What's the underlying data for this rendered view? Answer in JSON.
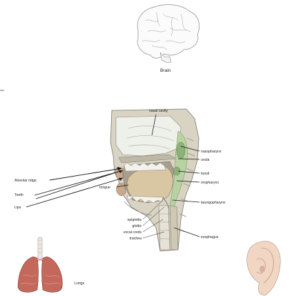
{
  "labels": {
    "brain": "Brain",
    "lungs": "Lungs",
    "nasal_cavity": "nasal cavity",
    "nasopharynx": "nasopharynx",
    "uvula": "uvula",
    "tonsil": "tonsil",
    "oropharynx": "oropharynx",
    "laryngopharynx": "laryngopharynx",
    "esophagus": "esophagus",
    "tongue": "tongue",
    "epiglottis": "epiglottis",
    "glottis": "glottis",
    "vocal_cords": "vocal cords",
    "trachea": "trachea",
    "alveolar_ridge": "Alveolar ridge",
    "teeth": "Teeth",
    "lips": "Lips"
  },
  "colors": {
    "tissue": "#dcd6c4",
    "cavity": "#eef0ea",
    "green": "#8fb07a",
    "throat_green": "#b8d2a2",
    "tongue": "#d9c6a2",
    "lung": "#c4685c",
    "ear": "#f1d6c4",
    "line": "#111111"
  },
  "icons": {
    "brain": "brain-illustration",
    "head": "head-cross-section",
    "lungs": "lungs-illustration",
    "ear": "ear-illustration"
  }
}
